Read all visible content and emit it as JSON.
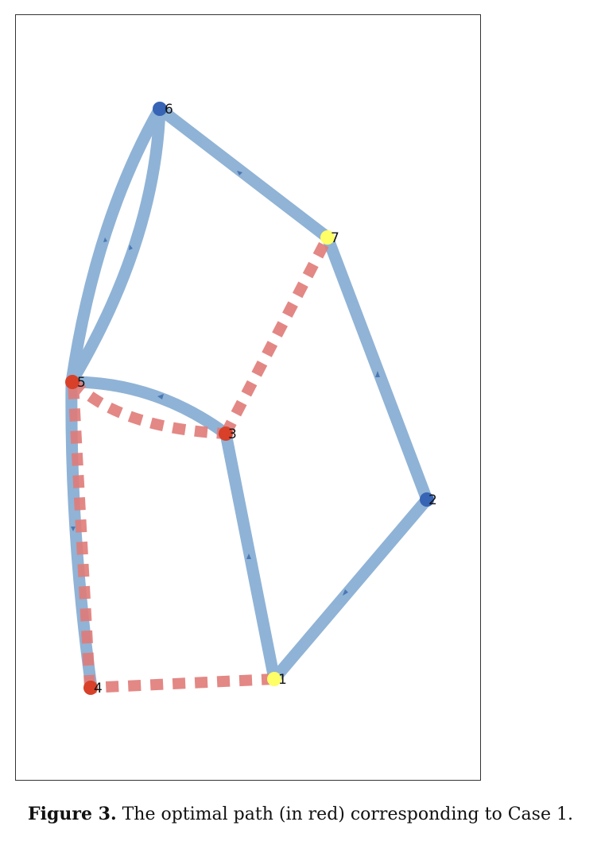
{
  "figure": {
    "caption_label": "Figure 3.",
    "caption_text": " The optimal path (in red) corresponding to Case 1."
  },
  "colors": {
    "edge_blue": "#8aafd4",
    "path_red": "#e07b78",
    "node_blue": "#3764b4",
    "node_red": "#d8402a",
    "node_yellow": "#ffff66"
  },
  "nodes": [
    {
      "id": "1",
      "label": "1",
      "color": "yellow"
    },
    {
      "id": "2",
      "label": "2",
      "color": "blue"
    },
    {
      "id": "3",
      "label": "3",
      "color": "red"
    },
    {
      "id": "4",
      "label": "4",
      "color": "red"
    },
    {
      "id": "5",
      "label": "5",
      "color": "red"
    },
    {
      "id": "6",
      "label": "6",
      "color": "blue"
    },
    {
      "id": "7",
      "label": "7",
      "color": "yellow"
    }
  ],
  "edges": [
    {
      "from": "1",
      "to": "2",
      "style": "solid-blue"
    },
    {
      "from": "2",
      "to": "7",
      "style": "solid-blue"
    },
    {
      "from": "7",
      "to": "6",
      "style": "solid-blue"
    },
    {
      "from": "6",
      "to": "5",
      "style": "solid-blue"
    },
    {
      "from": "5",
      "to": "6",
      "style": "solid-blue"
    },
    {
      "from": "3",
      "to": "5",
      "style": "solid-blue"
    },
    {
      "from": "1",
      "to": "3",
      "style": "solid-blue"
    },
    {
      "from": "5",
      "to": "4",
      "style": "solid-blue"
    }
  ],
  "optimal_path": [
    {
      "from": "1",
      "to": "4"
    },
    {
      "from": "4",
      "to": "5"
    },
    {
      "from": "5",
      "to": "3"
    },
    {
      "from": "3",
      "to": "7"
    }
  ]
}
